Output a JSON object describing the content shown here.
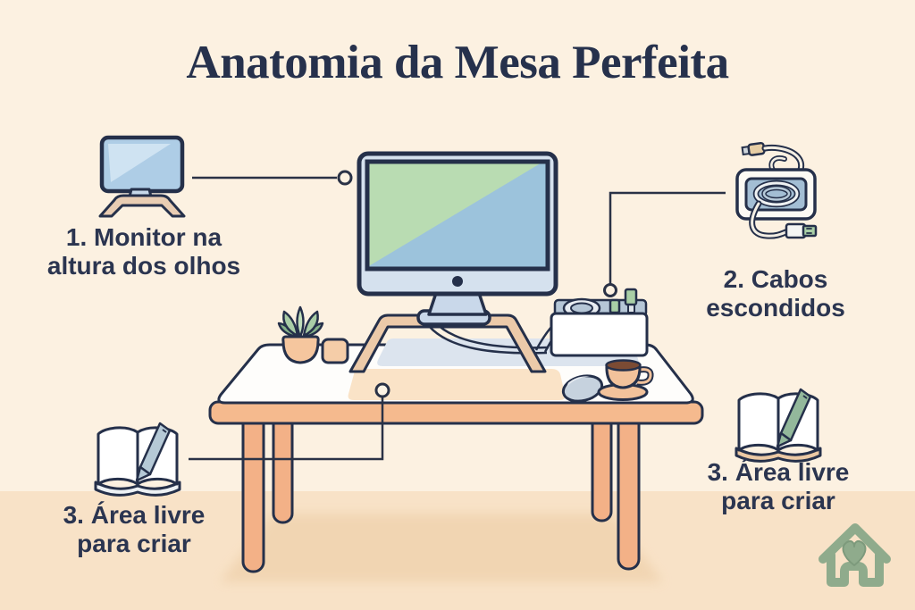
{
  "title": "Anatomia da Mesa Perfeita",
  "annotations": {
    "monitor": {
      "line1": "1. Monitor na",
      "line2": "altura dos olhos"
    },
    "cables": {
      "line1": "2. Cabos",
      "line2": "escondidos"
    },
    "area_left": {
      "line1": "3. Área livre",
      "line2": "para criar"
    },
    "area_right": {
      "line1": "3. Área livre",
      "line2": "para criar"
    }
  },
  "icons": {
    "monitor_icon": "small monitor on wooden stand",
    "cable_organizer_icon": "coiled cable in organizer with usb plugs",
    "book_pen_icon_left": "open book with pen",
    "book_pen_icon_right": "open book with pen",
    "logo": "house with heart"
  },
  "colors": {
    "background": "#fcf1e1",
    "floor": "#f8e2c7",
    "outline": "#25304a",
    "desk_peach": "#f5ba8e",
    "wood_tan": "#eccaa9",
    "screen_green": "#b9dcb2",
    "screen_blue": "#9cc3dc",
    "accent_blue_gray": "#c9d8ea",
    "sage_green": "#8fab8c",
    "usb_green": "#a9cfa6"
  }
}
